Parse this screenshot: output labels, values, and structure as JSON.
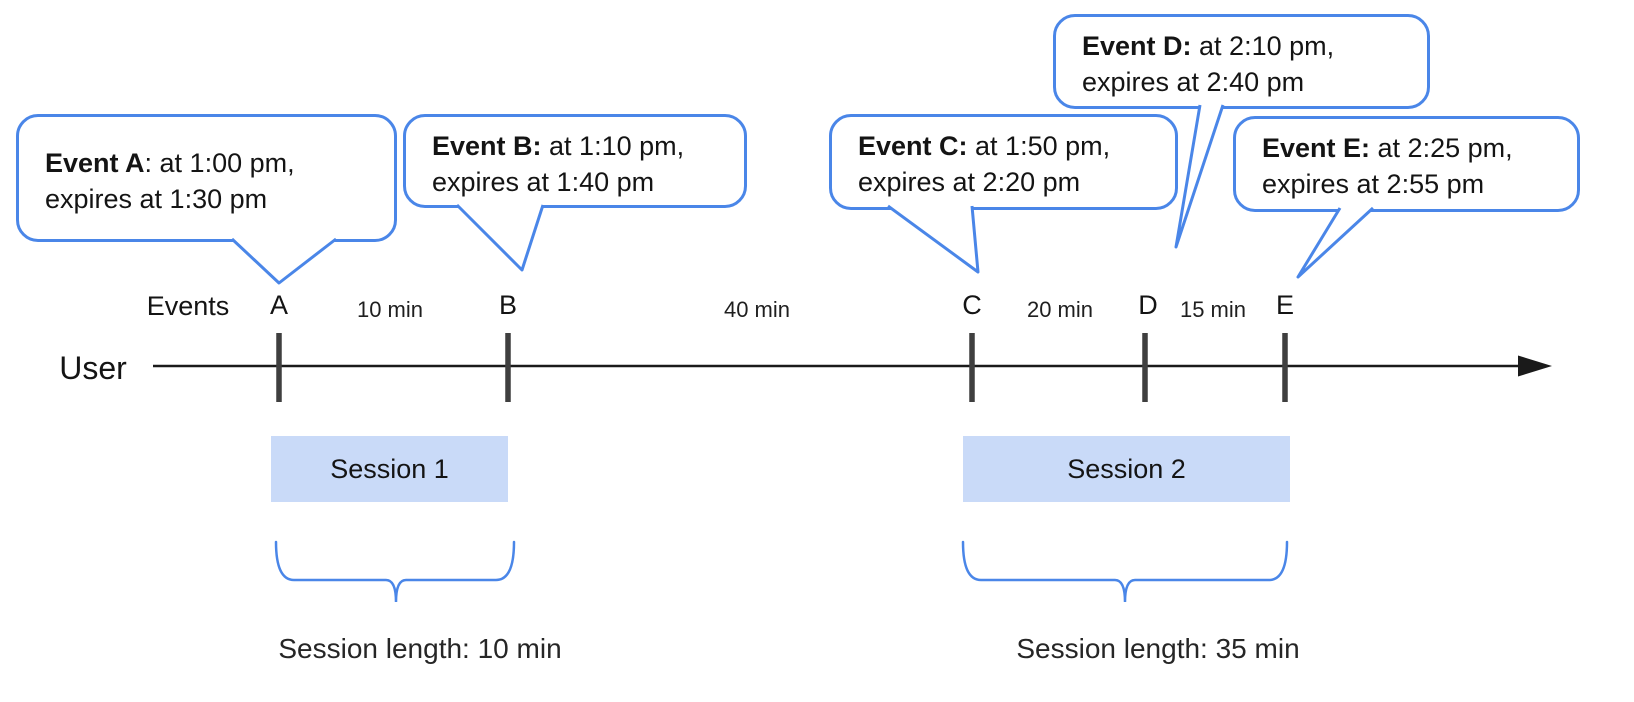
{
  "bubbles": [
    {
      "event": "A",
      "bold": "Event A",
      "rest": ": at 1:00 pm,",
      "line2": "expires at 1:30 pm"
    },
    {
      "event": "B",
      "bold": "Event B:",
      "rest": " at 1:10 pm,",
      "line2": "expires at 1:40 pm"
    },
    {
      "event": "C",
      "bold": "Event C:",
      "rest": " at 1:50 pm,",
      "line2": "expires at 2:20 pm"
    },
    {
      "event": "D",
      "bold": "Event D:",
      "rest": " at 2:10 pm,",
      "line2": "expires at 2:40 pm"
    },
    {
      "event": "E",
      "bold": "Event E:",
      "rest": " at 2:25 pm,",
      "line2": "expires at 2:55 pm"
    }
  ],
  "timeline": {
    "user_label": "User",
    "events_label": "Events",
    "ticks": [
      "A",
      "B",
      "C",
      "D",
      "E"
    ],
    "intervals": [
      "10 min",
      "40 min",
      "20 min",
      "15 min"
    ]
  },
  "sessions": [
    {
      "label": "Session 1",
      "length_label": "Session length: 10 min"
    },
    {
      "label": "Session 2",
      "length_label": "Session length: 35 min"
    }
  ],
  "colors": {
    "bubble_border": "#4a86e8",
    "brace": "#4a86e8",
    "session_fill": "#c9daf8",
    "tick": "#3f3f3f",
    "axis": "#1a1a1a"
  }
}
